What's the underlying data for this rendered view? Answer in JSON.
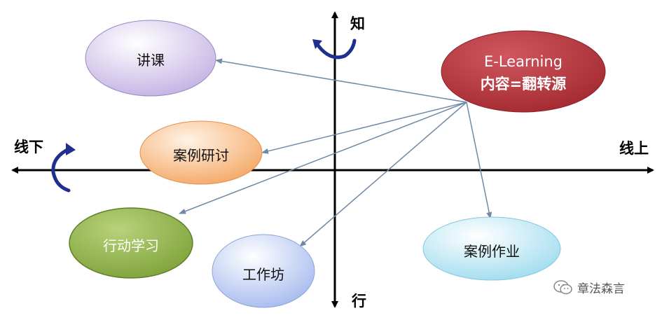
{
  "axes": {
    "top": "知",
    "bottom": "行",
    "left": "线下",
    "right": "线上"
  },
  "source": {
    "line1": "E-Learning",
    "line2": "内容=翻转源",
    "color": "#b2323a"
  },
  "nodes": {
    "lecture": {
      "label": "讲课",
      "color": "#c9b8e6"
    },
    "case_study": {
      "label": "案例研讨",
      "color": "#f6b97d"
    },
    "action_learning": {
      "label": "行动学习",
      "color": "#8fb14a"
    },
    "workshop": {
      "label": "工作坊",
      "color": "#b7c8f0"
    },
    "case_homework": {
      "label": "案例作业",
      "color": "#aee3f1"
    }
  },
  "watermark": {
    "text": "章法森言",
    "icon": "wechat-icon"
  }
}
